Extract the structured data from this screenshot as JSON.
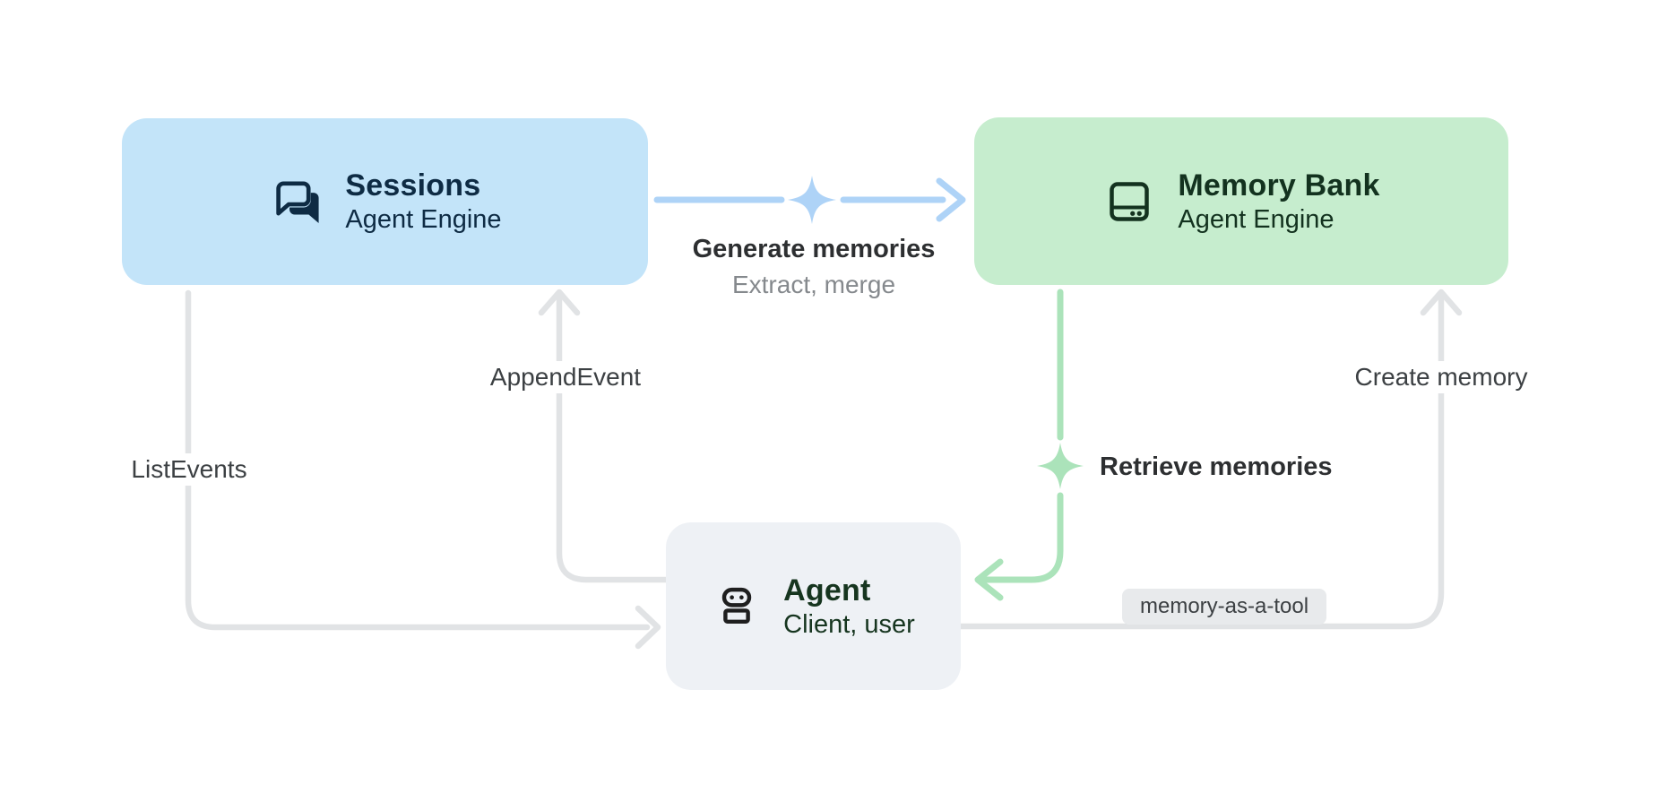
{
  "diagram": {
    "nodes": {
      "sessions": {
        "title": "Sessions",
        "subtitle": "Agent Engine",
        "icon": "chat-bubbles-icon",
        "fill": "#c3e4f9",
        "ink": "#0e2b44"
      },
      "memory_bank": {
        "title": "Memory Bank",
        "subtitle": "Agent Engine",
        "icon": "storage-icon",
        "fill": "#c6edce",
        "ink": "#13321f"
      },
      "agent": {
        "title": "Agent",
        "subtitle": "Client, user",
        "icon": "robot-icon",
        "fill": "#eef1f5",
        "ink": "#16351f"
      }
    },
    "edges": {
      "generate_memories": {
        "label": "Generate memories",
        "sublabel": "Extract, merge",
        "from": "sessions",
        "to": "memory_bank",
        "color": "#aed3f7",
        "marker": "sparkle-icon"
      },
      "append_event": {
        "label": "AppendEvent",
        "from": "agent",
        "to": "sessions",
        "color": "#e1e3e5"
      },
      "list_events": {
        "label": "ListEvents",
        "from": "sessions",
        "to": "agent",
        "color": "#e1e3e5"
      },
      "retrieve_memories": {
        "label": "Retrieve memories",
        "from": "memory_bank",
        "to": "agent",
        "color": "#abe3ba",
        "marker": "sparkle-icon"
      },
      "create_memory": {
        "label": "Create memory",
        "badge": "memory-as-a-tool",
        "from": "agent",
        "to": "memory_bank",
        "color": "#e1e3e5"
      }
    },
    "colors": {
      "background": "#ffffff",
      "label_dark": "#2d2f31",
      "label_gray": "#85898d",
      "edge_label": "#3c4043",
      "badge_bg": "#e8eaec"
    }
  }
}
